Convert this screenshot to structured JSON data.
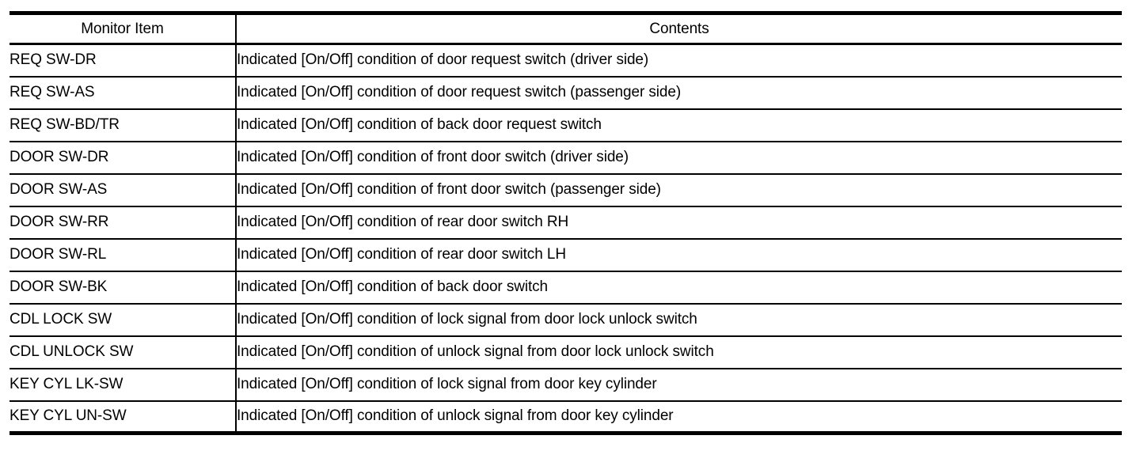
{
  "table": {
    "columns": [
      "Monitor Item",
      "Contents"
    ],
    "rows": [
      {
        "item": "REQ SW-DR",
        "contents": "Indicated [On/Off] condition of door request switch (driver side)"
      },
      {
        "item": "REQ SW-AS",
        "contents": "Indicated [On/Off] condition of door request switch (passenger side)"
      },
      {
        "item": "REQ SW-BD/TR",
        "contents": "Indicated [On/Off] condition of back door request switch"
      },
      {
        "item": "DOOR SW-DR",
        "contents": "Indicated [On/Off] condition of front door switch (driver side)"
      },
      {
        "item": "DOOR SW-AS",
        "contents": "Indicated [On/Off] condition of front door switch (passenger side)"
      },
      {
        "item": "DOOR SW-RR",
        "contents": "Indicated [On/Off] condition of rear door switch RH"
      },
      {
        "item": "DOOR SW-RL",
        "contents": "Indicated [On/Off] condition of rear door switch LH"
      },
      {
        "item": "DOOR SW-BK",
        "contents": "Indicated [On/Off] condition of back door switch"
      },
      {
        "item": "CDL LOCK SW",
        "contents": "Indicated [On/Off] condition of lock signal from door lock unlock switch"
      },
      {
        "item": "CDL UNLOCK SW",
        "contents": "Indicated [On/Off] condition of unlock signal from door lock unlock switch"
      },
      {
        "item": "KEY CYL LK-SW",
        "contents": "Indicated [On/Off] condition of lock signal from door key cylinder"
      },
      {
        "item": "KEY CYL UN-SW",
        "contents": "Indicated [On/Off] condition of unlock signal from door key cylinder"
      }
    ],
    "colors": {
      "border": "#000000",
      "text": "#000000",
      "background": "#ffffff"
    }
  }
}
